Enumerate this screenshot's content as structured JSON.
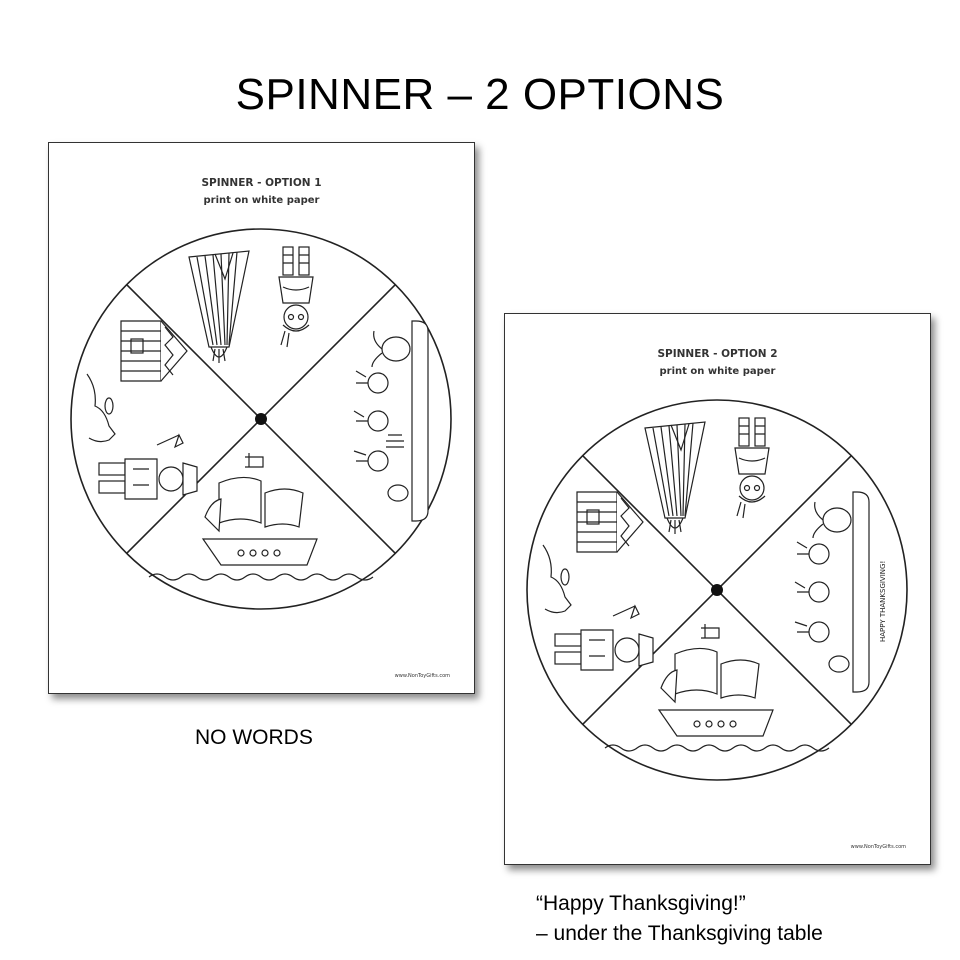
{
  "title": "SPINNER – 2 OPTIONS",
  "option1": {
    "heading": "SPINNER - OPTION 1",
    "subheading": "print on white paper",
    "credit": "www.NonToyGifts.com",
    "caption": "NO WORDS"
  },
  "option2": {
    "heading": "SPINNER - OPTION 2",
    "subheading": "print on white paper",
    "credit": "www.NonToyGifts.com",
    "table_text": "HAPPY THANKSGIVING!",
    "caption_line1": "“Happy Thanksgiving!”",
    "caption_line2": "– under the Thanksgiving table"
  },
  "icons": [
    "tipi-icon",
    "native-american-boy-icon",
    "log-cabin-icon",
    "tree-stump-icon",
    "pilgrim-with-axe-icon",
    "mayflower-ship-icon",
    "thanksgiving-table-icon"
  ]
}
